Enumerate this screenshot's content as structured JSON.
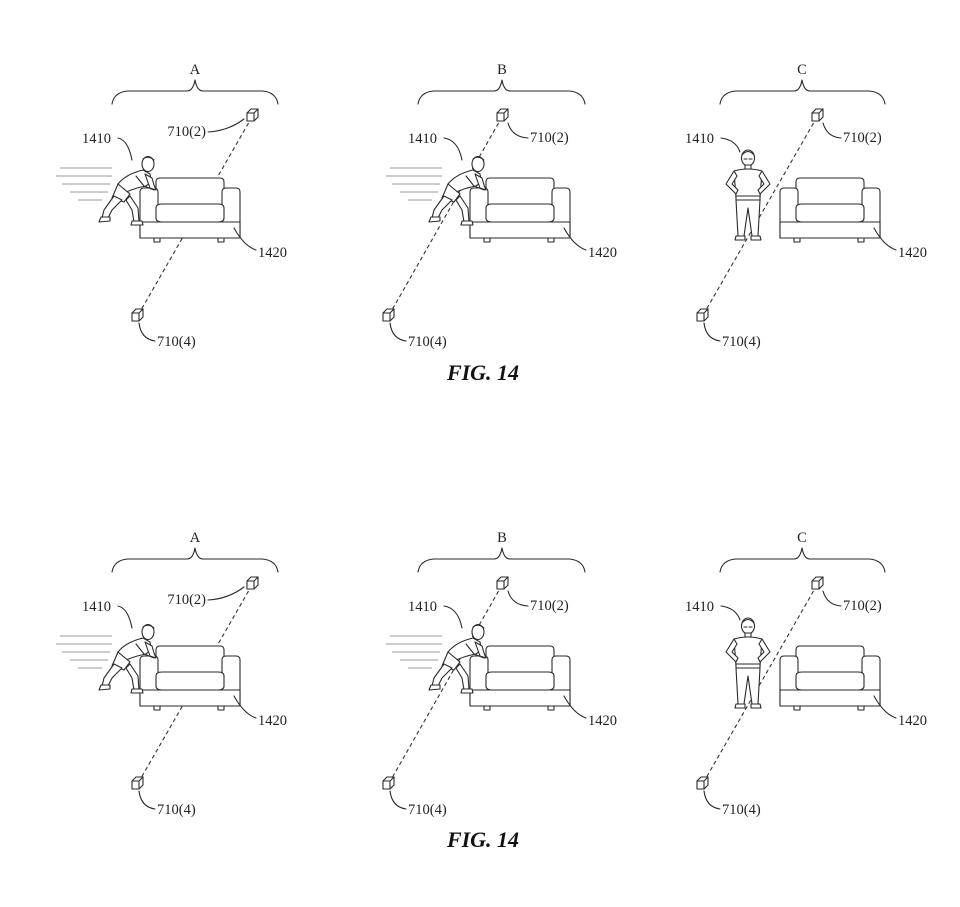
{
  "figures": [
    {
      "caption": "FIG. 14",
      "panels": [
        {
          "label": "A",
          "pose": "pushing",
          "person": "1410",
          "couch": "1420",
          "sensor_top": "710(2)",
          "sensor_bottom": "710(4)"
        },
        {
          "label": "B",
          "pose": "pushing",
          "person": "1410",
          "couch": "1420",
          "sensor_top": "710(2)",
          "sensor_bottom": "710(4)"
        },
        {
          "label": "C",
          "pose": "standing",
          "person": "1410",
          "couch": "1420",
          "sensor_top": "710(2)",
          "sensor_bottom": "710(4)"
        }
      ]
    },
    {
      "caption": "FIG. 14",
      "panels": [
        {
          "label": "A",
          "pose": "pushing",
          "person": "1410",
          "couch": "1420",
          "sensor_top": "710(2)",
          "sensor_bottom": "710(4)"
        },
        {
          "label": "B",
          "pose": "pushing",
          "person": "1410",
          "couch": "1420",
          "sensor_top": "710(2)",
          "sensor_bottom": "710(4)"
        },
        {
          "label": "C",
          "pose": "standing",
          "person": "1410",
          "couch": "1420",
          "sensor_top": "710(2)",
          "sensor_bottom": "710(4)"
        }
      ]
    }
  ],
  "icons": [
    "sensor-cube-icon",
    "couch-icon",
    "person-pushing-icon",
    "person-standing-icon",
    "brace-icon"
  ]
}
